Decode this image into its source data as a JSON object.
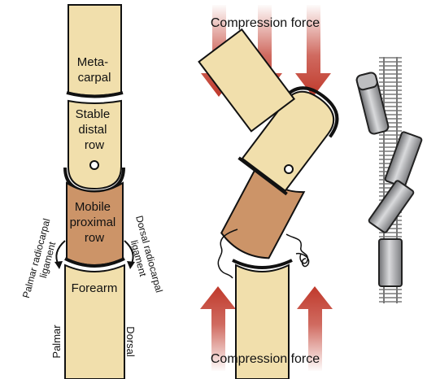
{
  "colors": {
    "bone": "#f1dfac",
    "proximal_row": "#cc9468",
    "force_arrow": "#c0392b",
    "outline": "#111111",
    "train_car": "#a9aaad",
    "train_track": "#c7c7c7"
  },
  "left_panel": {
    "metacarpal": [
      "Meta-",
      "carpal"
    ],
    "distal_row": [
      "Stable",
      "distal",
      "row"
    ],
    "proximal_row": [
      "Mobile",
      "proximal",
      "row"
    ],
    "forearm": "Forearm",
    "palmar_ligament": [
      "Palmar radiocarpal",
      "ligament"
    ],
    "dorsal_ligament": [
      "Dorsal radiocarpal",
      "ligament"
    ],
    "palmar": "Palmar",
    "dorsal": "Dorsal"
  },
  "middle_panel": {
    "force_top": "Compression force",
    "force_bottom": "Compression force"
  },
  "right_panel": {
    "icon": "derailed-train-icon"
  }
}
